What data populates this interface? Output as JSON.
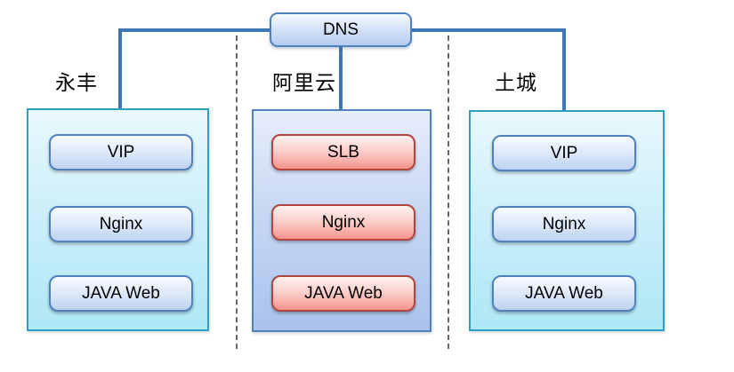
{
  "dns": {
    "label": "DNS"
  },
  "columns": [
    {
      "label": "永丰",
      "theme": "blue",
      "nodes": [
        "VIP",
        "Nginx",
        "JAVA Web"
      ]
    },
    {
      "label": "阿里云",
      "theme": "red",
      "nodes": [
        "SLB",
        "Nginx",
        "JAVA Web"
      ]
    },
    {
      "label": "土城",
      "theme": "blue",
      "nodes": [
        "VIP",
        "Nginx",
        "JAVA Web"
      ]
    }
  ],
  "colors": {
    "connector_blue": "#3f76b6",
    "flow_arrow_navy": "#1c3c61",
    "blue_node_border": "#4f81bd",
    "red_node_border": "#b2433e",
    "cyan_container_border": "#2b9fc4",
    "blue_container_border": "#4f81bd",
    "separator_gray": "#4d4d4d"
  }
}
